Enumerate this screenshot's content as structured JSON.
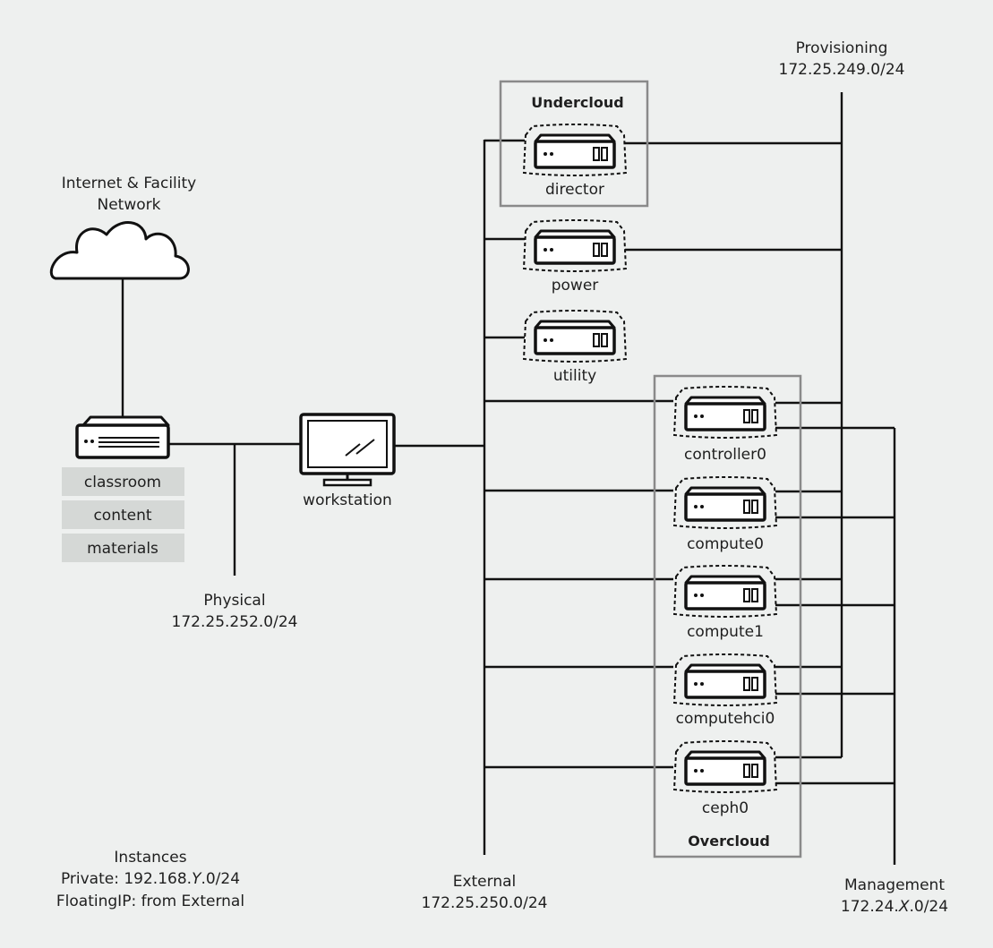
{
  "networks": {
    "provisioning": {
      "name": "Provisioning",
      "cidr": "172.25.249.0/24"
    },
    "physical": {
      "name": "Physical",
      "cidr": "172.25.252.0/24"
    },
    "external": {
      "name": "External",
      "cidr": "172.25.250.0/24"
    },
    "management": {
      "name": "Management",
      "cidr_prefix": "172.24.",
      "cidr_var": "X",
      "cidr_suffix": ".0/24"
    }
  },
  "internet": {
    "line1": "Internet & Facility",
    "line2": "Network"
  },
  "classroom_stack": [
    "classroom",
    "content",
    "materials"
  ],
  "workstation": {
    "label": "workstation"
  },
  "undercloud": {
    "title": "Undercloud"
  },
  "overcloud": {
    "title": "Overcloud"
  },
  "nodes": {
    "director": "director",
    "power": "power",
    "utility": "utility",
    "controller0": "controller0",
    "compute0": "compute0",
    "compute1": "compute1",
    "computehci0": "computehci0",
    "ceph0": "ceph0"
  },
  "instances": {
    "title": "Instances",
    "private_prefix": "Private: 192.168.",
    "private_var": "Y",
    "private_suffix": ".0/24",
    "floating": "FloatingIP: from External"
  },
  "colors": {
    "background": "#eef0ef",
    "line": "#111111",
    "group_border": "#8a8a8a",
    "stack_fill": "#d5d8d6"
  }
}
